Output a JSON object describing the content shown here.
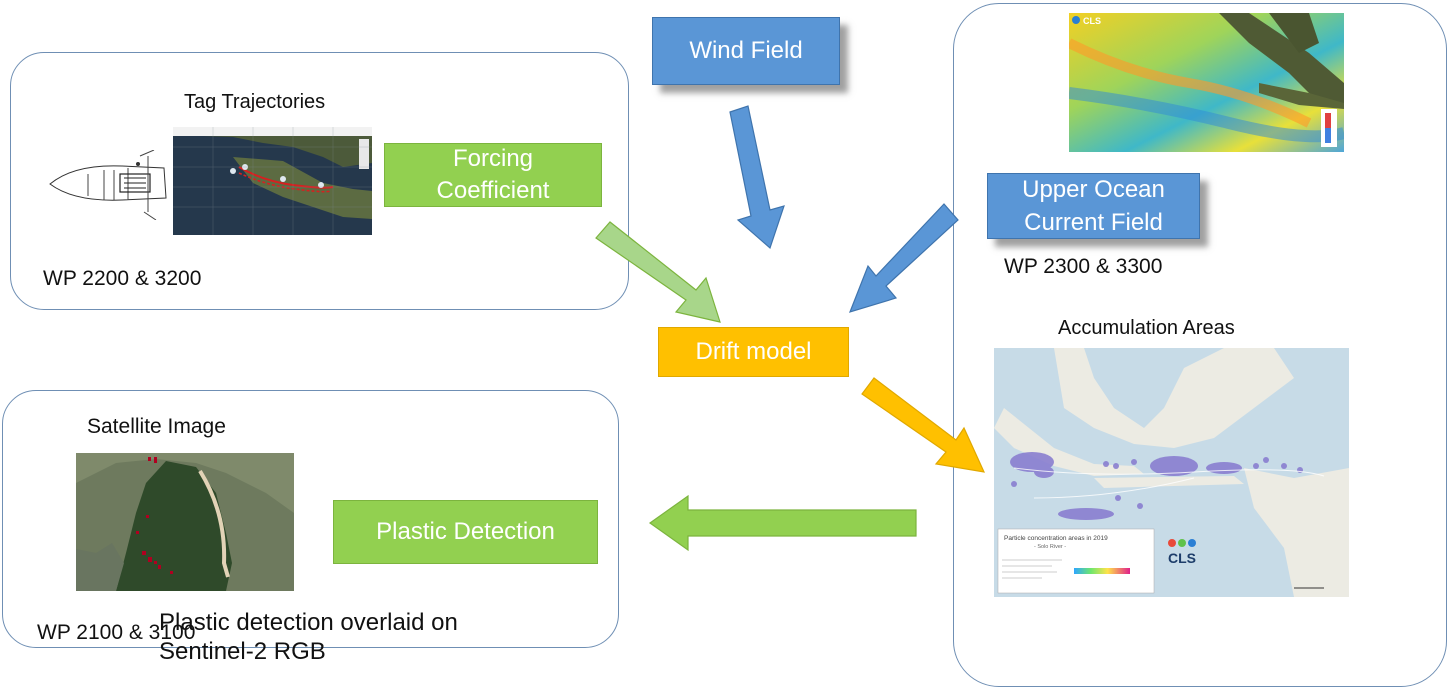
{
  "panels": {
    "tag": {
      "title": "Tag Trajectories",
      "wp": "WP 2200 & 3200",
      "forcing_label": "Forcing\nCoefficient"
    },
    "satellite": {
      "title": "Satellite Image",
      "wp": "WP 2100 & 3100",
      "caption": "Plastic detection overlaid on\nSentinel-2 RGB",
      "plastic_label": "Plastic Detection"
    },
    "ocean": {
      "current_label": "Upper Ocean\nCurrent Field",
      "wp": "WP 2300 & 3300",
      "accumulation_title": "Accumulation Areas",
      "map_logo": "CLS",
      "legend_title": "Particle concentration areas in 2019",
      "legend_subtitle": "- Solo River -",
      "legend_logo": "CLS"
    }
  },
  "nodes": {
    "wind_field": "Wind Field",
    "drift_model": "Drift model"
  },
  "colors": {
    "blue_box": "#5a96d6",
    "green_box": "#92d050",
    "orange_box": "#ffc000",
    "panel_border": "#6f8fb4",
    "particles": "#8a7fd0"
  }
}
